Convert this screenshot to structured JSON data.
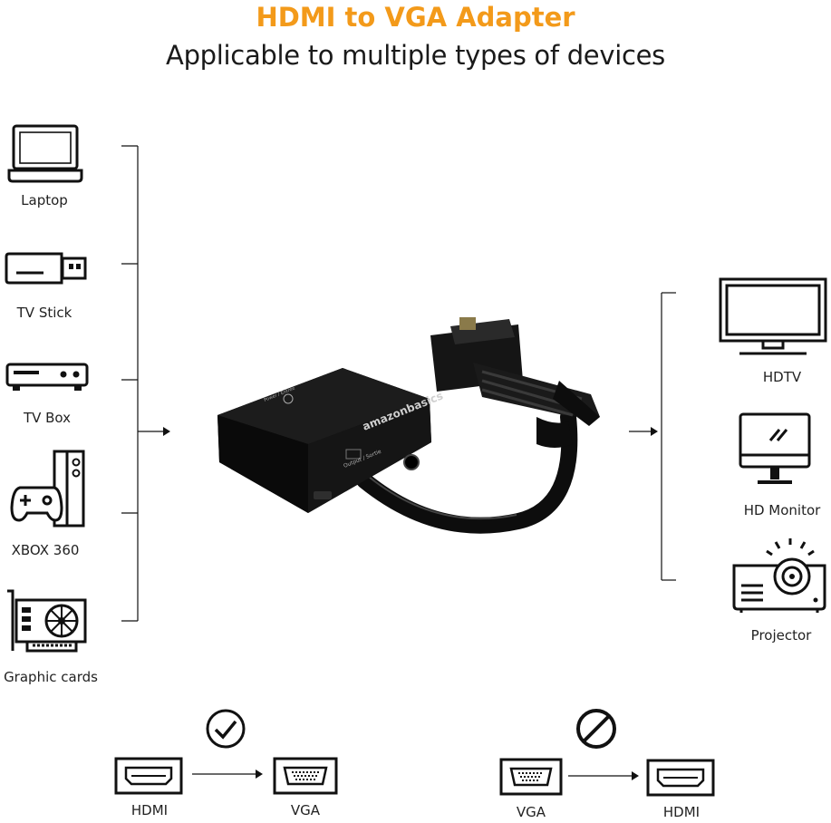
{
  "header": {
    "title": "HDMI to VGA Adapter",
    "subtitle": "Applicable to multiple types of devices",
    "title_color": "#f39a1a"
  },
  "sources": [
    {
      "label": "Laptop",
      "icon": "laptop-icon"
    },
    {
      "label": "TV Stick",
      "icon": "tv-stick-icon"
    },
    {
      "label": "TV Box",
      "icon": "tv-box-icon"
    },
    {
      "label": "XBOX 360",
      "icon": "xbox-icon"
    },
    {
      "label": "Graphic cards",
      "icon": "graphic-card-icon"
    }
  ],
  "outputs": [
    {
      "label": "HDTV",
      "icon": "hdtv-icon"
    },
    {
      "label": "HD Monitor",
      "icon": "monitor-icon"
    },
    {
      "label": "Projector",
      "icon": "projector-icon"
    }
  ],
  "adapter": {
    "brand": "amazonbasics",
    "port_label": "Output / Sortie",
    "power_label": "Power / Entrée"
  },
  "compatibility": [
    {
      "from": "HDMI",
      "to": "VGA",
      "status": "supported",
      "status_icon": "checkmark-icon"
    },
    {
      "from": "VGA",
      "to": "HDMI",
      "status": "not-supported",
      "status_icon": "prohibited-icon"
    }
  ]
}
